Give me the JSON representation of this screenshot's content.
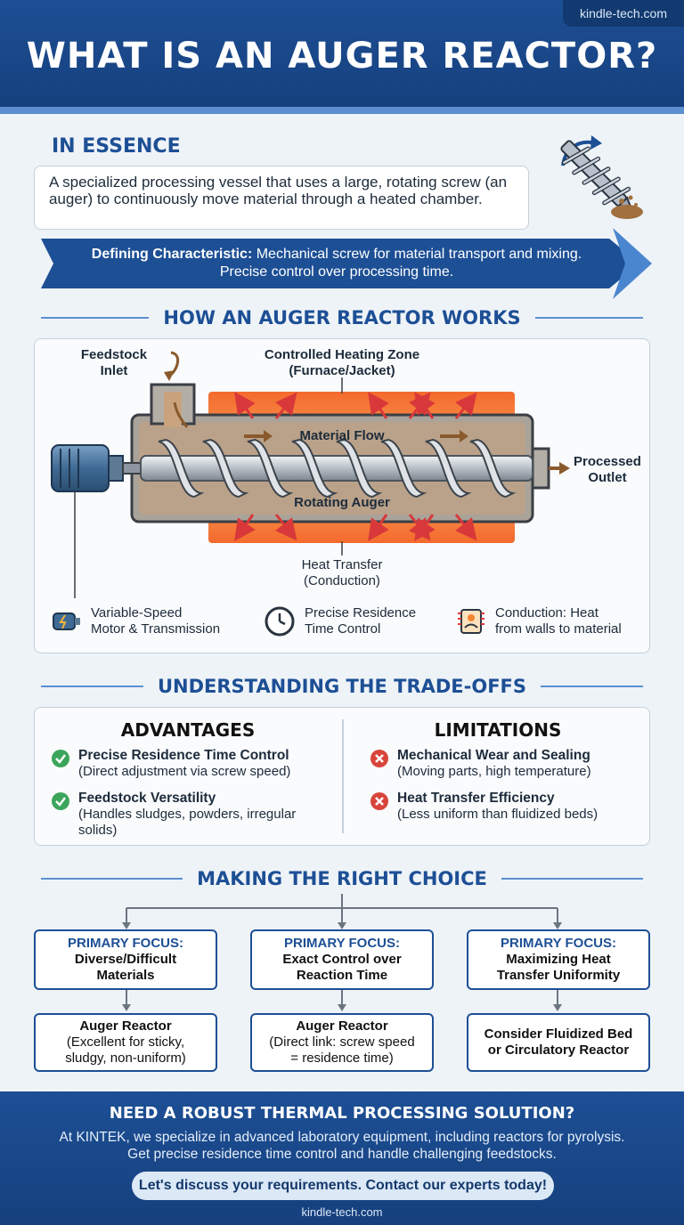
{
  "header": {
    "site": "kindle-tech.com",
    "title": "WHAT IS AN AUGER REACTOR?"
  },
  "essence": {
    "heading": "IN ESSENCE",
    "description": "A specialized processing vessel that uses a large, rotating screw (an auger) to continuously move material through a heated chamber.",
    "characteristic_label": "Defining Characteristic:",
    "characteristic_line1": "Mechanical screw for material transport and mixing.",
    "characteristic_line2": "Precise control over processing time.",
    "icon": "auger-screw-icon"
  },
  "works": {
    "heading": "HOW AN AUGER REACTOR WORKS",
    "labels": {
      "inlet_1": "Feedstock",
      "inlet_2": "Inlet",
      "zone_1": "Controlled Heating Zone",
      "zone_2": "(Furnace/Jacket)",
      "flow": "Material Flow",
      "auger": "Rotating Auger",
      "outlet_1": "Processed",
      "outlet_2": "Outlet",
      "heat_1": "Heat Transfer",
      "heat_2": "(Conduction)"
    },
    "features": [
      {
        "icon": "motor-icon",
        "line1": "Variable-Speed",
        "line2": "Motor & Transmission"
      },
      {
        "icon": "clock-icon",
        "line1": "Precise Residence",
        "line2": "Time Control"
      },
      {
        "icon": "conduction-icon",
        "line1": "Conduction: Heat",
        "line2": "from walls to material"
      }
    ]
  },
  "tradeoffs": {
    "heading": "UNDERSTANDING THE TRADE-OFFS",
    "advantages_title": "ADVANTAGES",
    "limitations_title": "LIMITATIONS",
    "advantages": [
      {
        "title": "Precise Residence Time Control",
        "detail": "(Direct adjustment via screw speed)"
      },
      {
        "title": "Feedstock Versatility",
        "detail_1": "(Handles sludges, powders, irregular",
        "detail_2": "solids)"
      }
    ],
    "limitations": [
      {
        "title": "Mechanical Wear and Sealing",
        "detail": "(Moving parts, high temperature)"
      },
      {
        "title": "Heat Transfer Efficiency",
        "detail": "(Less uniform than fluidized beds)"
      }
    ]
  },
  "choice": {
    "heading": "MAKING THE RIGHT CHOICE",
    "focus_label": "PRIMARY FOCUS:",
    "options": [
      {
        "focus_1": "Diverse/Difficult",
        "focus_2": "Materials",
        "result": "Auger Reactor",
        "note_1": "(Excellent for sticky,",
        "note_2": "sludgy, non-uniform)"
      },
      {
        "focus_1": "Exact Control over",
        "focus_2": "Reaction Time",
        "result": "Auger Reactor",
        "note_1": "(Direct link: screw speed",
        "note_2": "= residence time)"
      },
      {
        "focus_1": "Maximizing Heat",
        "focus_2": "Transfer Uniformity",
        "result_1": "Consider Fluidized Bed",
        "result_2": "or Circulatory Reactor"
      }
    ]
  },
  "footer": {
    "title": "NEED A ROBUST THERMAL PROCESSING SOLUTION?",
    "line1": "At KINTEK, we specialize in advanced laboratory equipment, including reactors for pyrolysis.",
    "line2": "Get precise residence time control and handle challenging feedstocks.",
    "cta": "Let's discuss your requirements. Contact our experts today!",
    "url": "kindle-tech.com"
  },
  "colors": {
    "brand_blue": "#1d4f95",
    "heat_orange": "#f5832f",
    "advantage_green": "#3ca55c",
    "limitation_red": "#d8453a"
  }
}
